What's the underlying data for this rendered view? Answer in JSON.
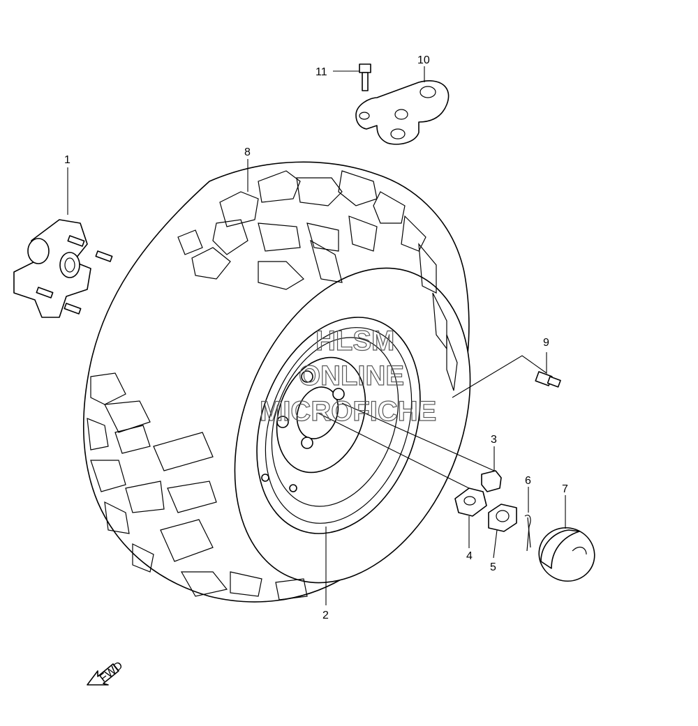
{
  "diagram": {
    "callouts": [
      {
        "id": "1",
        "label": "1"
      },
      {
        "id": "2",
        "label": "2"
      },
      {
        "id": "3",
        "label": "3"
      },
      {
        "id": "4",
        "label": "4"
      },
      {
        "id": "5",
        "label": "5"
      },
      {
        "id": "6",
        "label": "6"
      },
      {
        "id": "7",
        "label": "7"
      },
      {
        "id": "8",
        "label": "8"
      },
      {
        "id": "9",
        "label": "9"
      },
      {
        "id": "10",
        "label": "10"
      },
      {
        "id": "11",
        "label": "11"
      }
    ],
    "direction_label": "FWD",
    "watermark": [
      "HLSM",
      "ONLINE",
      "MICROFICHE"
    ]
  }
}
